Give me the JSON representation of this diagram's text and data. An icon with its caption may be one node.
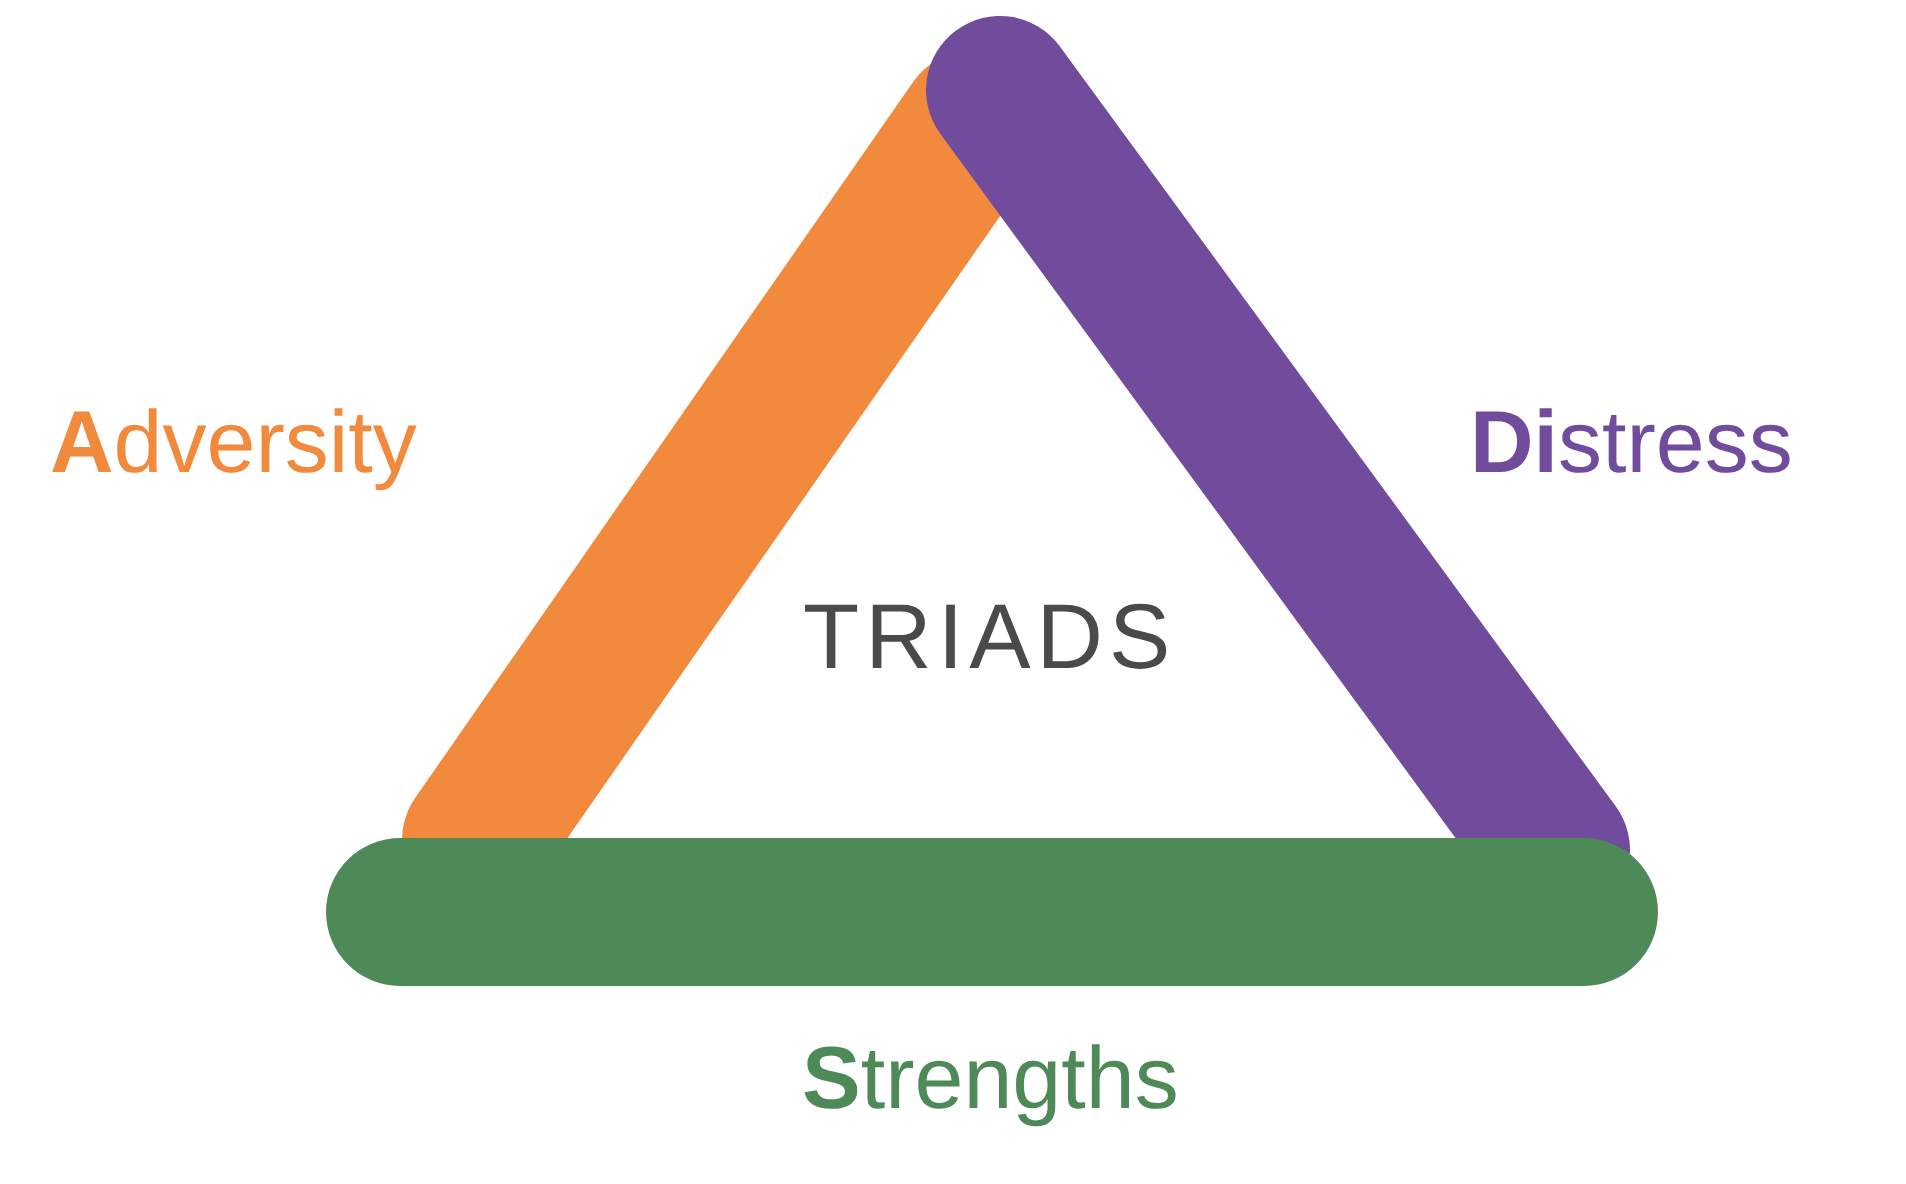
{
  "diagram": {
    "nodes": [
      {
        "text": [],
        "shape": "bar",
        "beside": [
          "**A**dversity"
        ]
      },
      {
        "text": [],
        "shape": "bar",
        "beside": [
          "**Di**stress"
        ]
      },
      {
        "text": [],
        "shape": "bar",
        "beside": [
          "**S**trengths"
        ]
      }
    ],
    "labels": [
      "TRIADS"
    ]
  }
}
